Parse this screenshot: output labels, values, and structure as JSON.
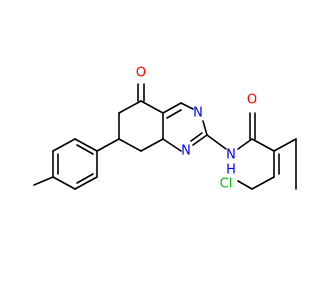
{
  "diagram": {
    "type": "chemical-structure",
    "atom_labels": {
      "ketone_oxygen": "O",
      "amide_oxygen": "O",
      "pyrimidine_n3": "N",
      "pyrimidine_n1": "N",
      "amide_nh": "N",
      "amide_h": "H",
      "chlorine": "Cl"
    },
    "colors": {
      "oxygen": "#ff0000",
      "nitrogen": "#0000ff",
      "chlorine": "#00c000",
      "bond": "#000000"
    }
  }
}
